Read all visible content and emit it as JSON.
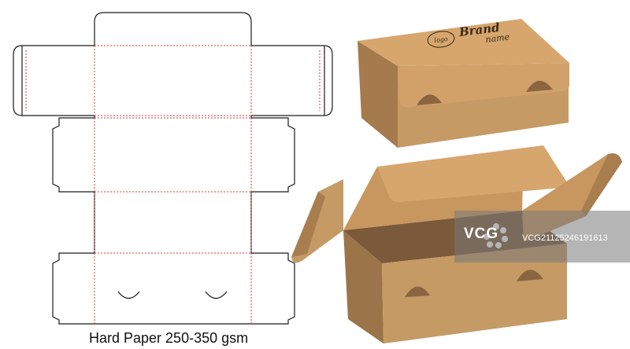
{
  "caption": "Hard Paper 250-350 gsm",
  "box_lid": {
    "logo_text": "logo",
    "brand_line1": "Brand",
    "brand_line2": "name"
  },
  "watermark": {
    "brand": "VCG",
    "id": "VCG21125246191613"
  },
  "colors": {
    "cut_line": "#1a1a1a",
    "fold_line": "#d9383b",
    "kraft_light": "#d3a56e",
    "kraft_mid": "#c59a65",
    "kraft_dark": "#9c7449",
    "kraft_shadow": "#7a5a3a",
    "watermark_panel": "#7a7a7a"
  },
  "icons": [
    "vcg-logo-icon"
  ]
}
